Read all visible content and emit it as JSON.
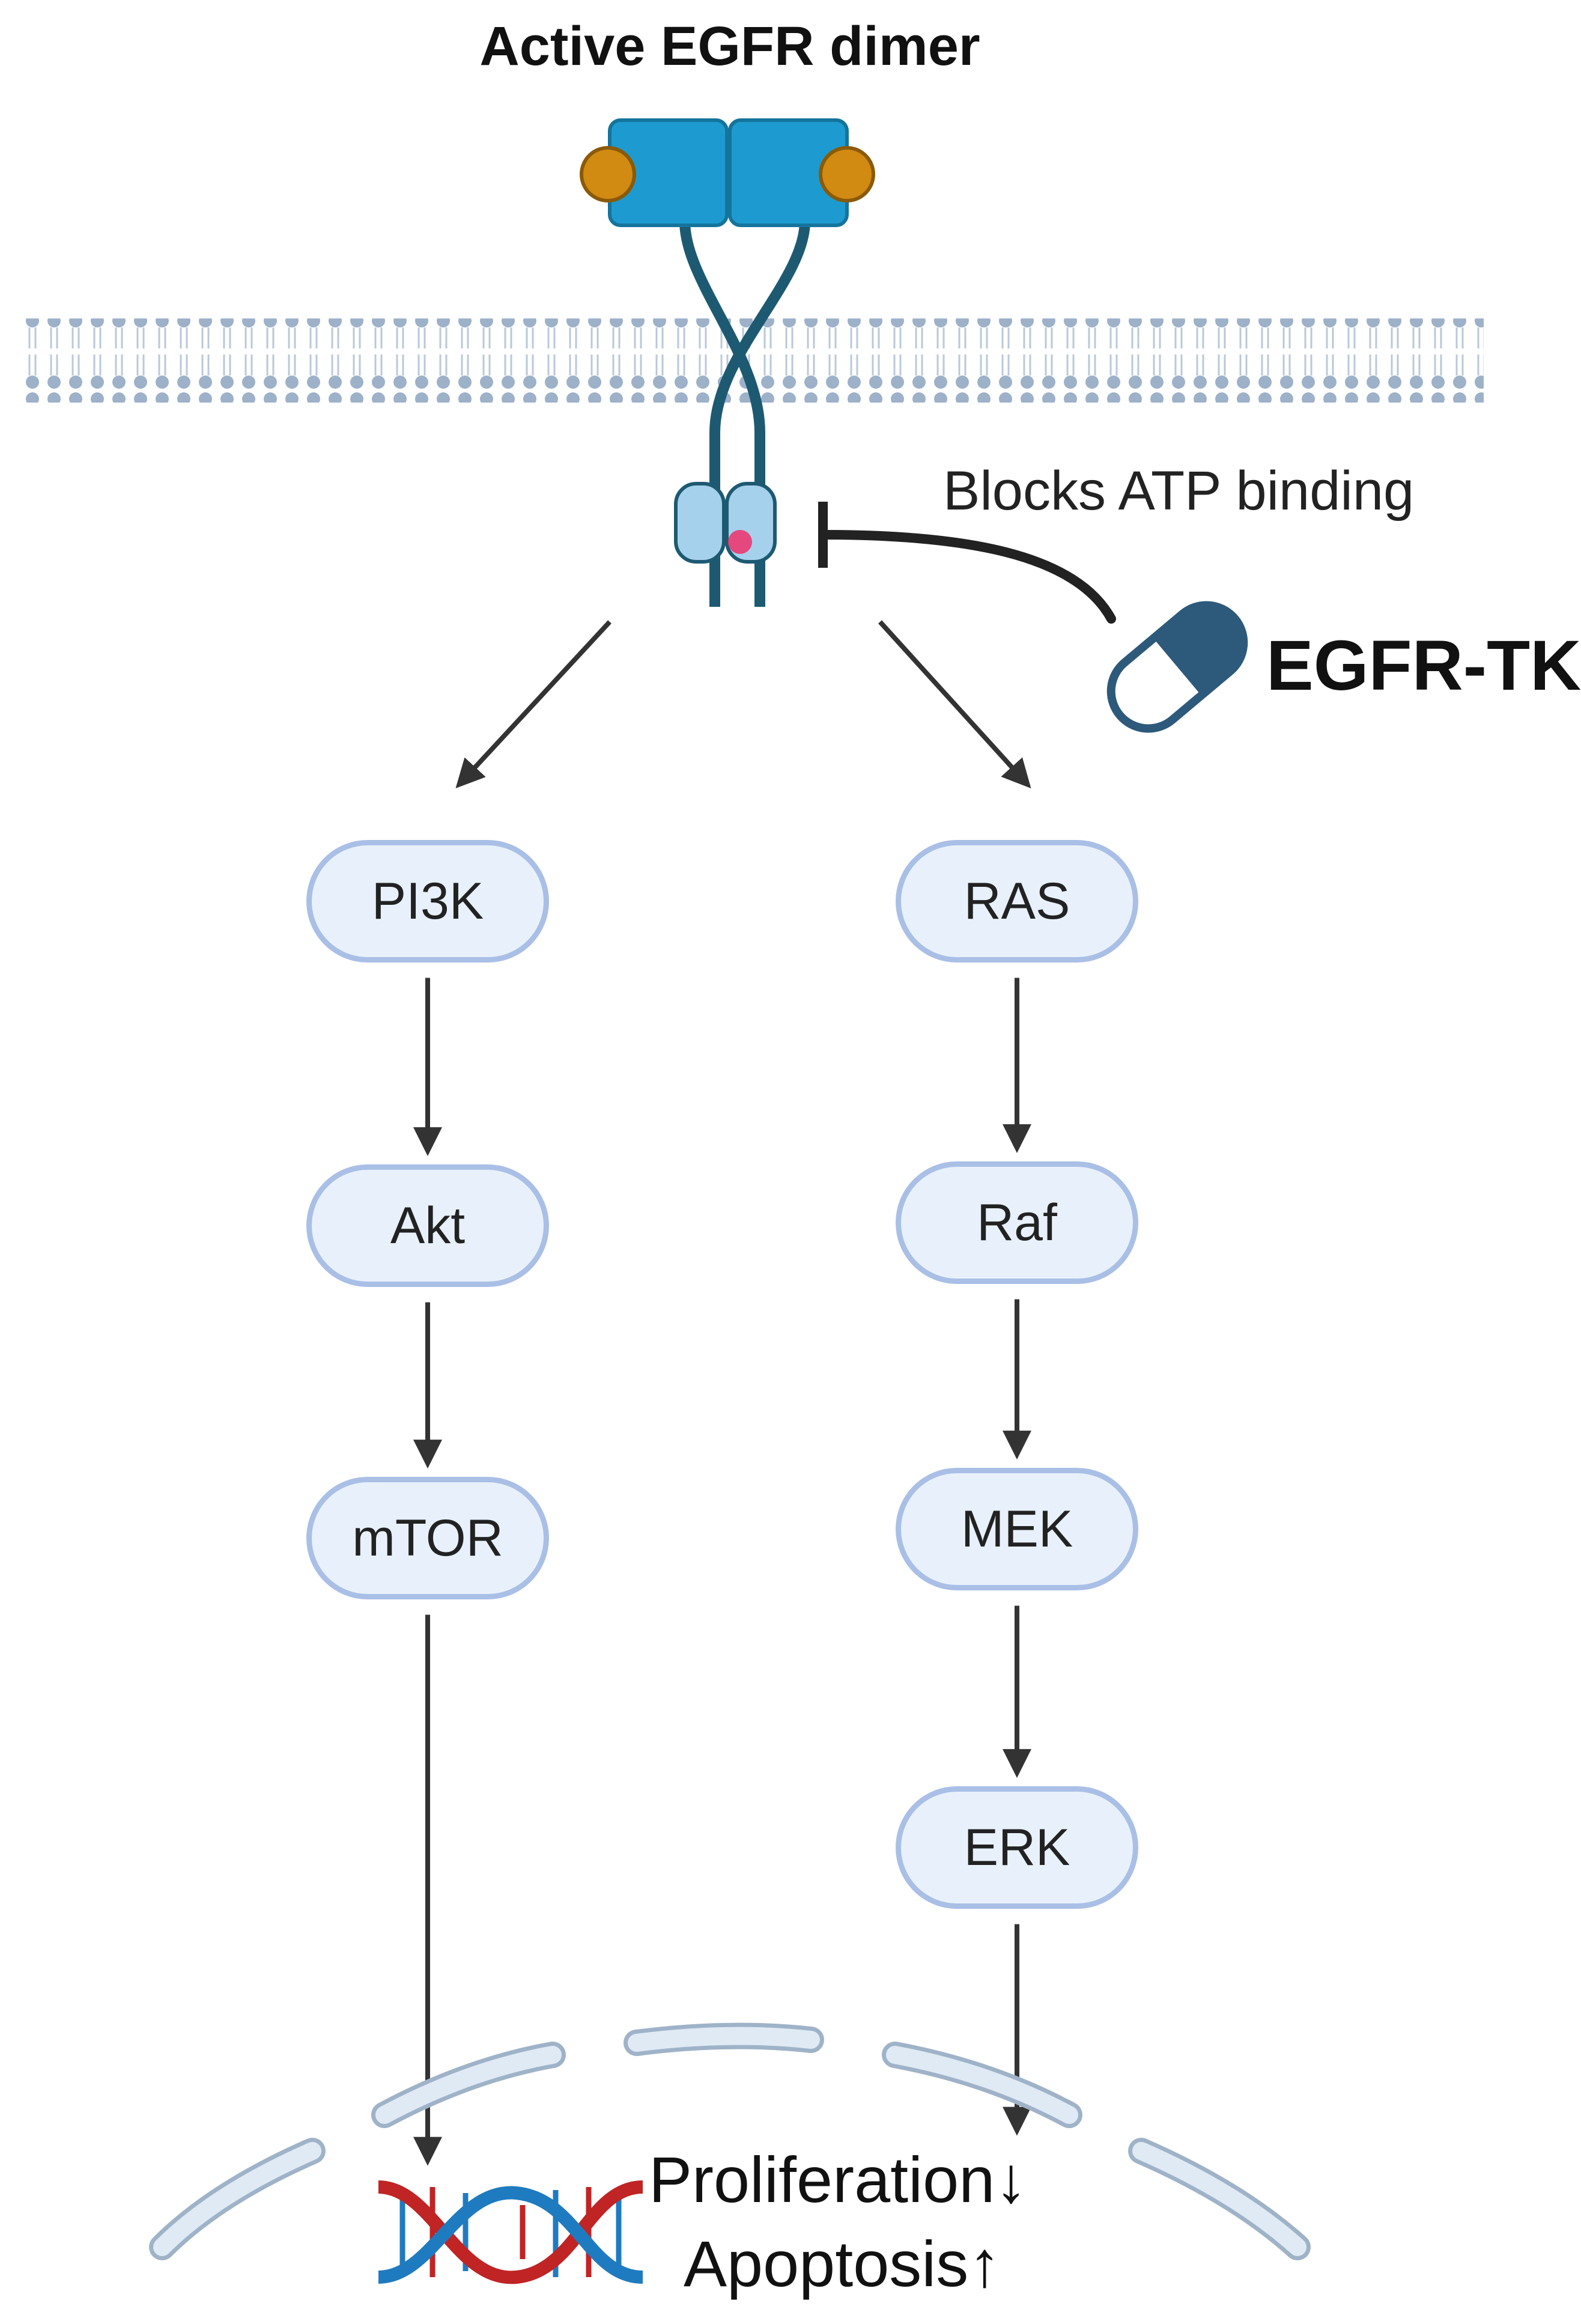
{
  "title": "Active EGFR dimer",
  "inhibitor": {
    "action_label": "Blocks ATP binding",
    "drug_label": "EGFR-TKI"
  },
  "pathways": {
    "left": [
      "PI3K",
      "Akt",
      "mTOR"
    ],
    "right": [
      "RAS",
      "Raf",
      "MEK",
      "ERK"
    ]
  },
  "outcome": {
    "line1": "Proliferation↓",
    "line2": "Apoptosis↑"
  },
  "colors": {
    "receptor": "#1d9bd0",
    "ligand": "#d18a12",
    "kinase_domain": "#a6d1ec",
    "atp_site": "#f0306a",
    "node_fill": "#e8f1fb",
    "node_stroke": "#a9bfe6",
    "drug_capsule": "#2d5a7b",
    "dna_red": "#c02424",
    "dna_blue": "#1f7bbf"
  }
}
